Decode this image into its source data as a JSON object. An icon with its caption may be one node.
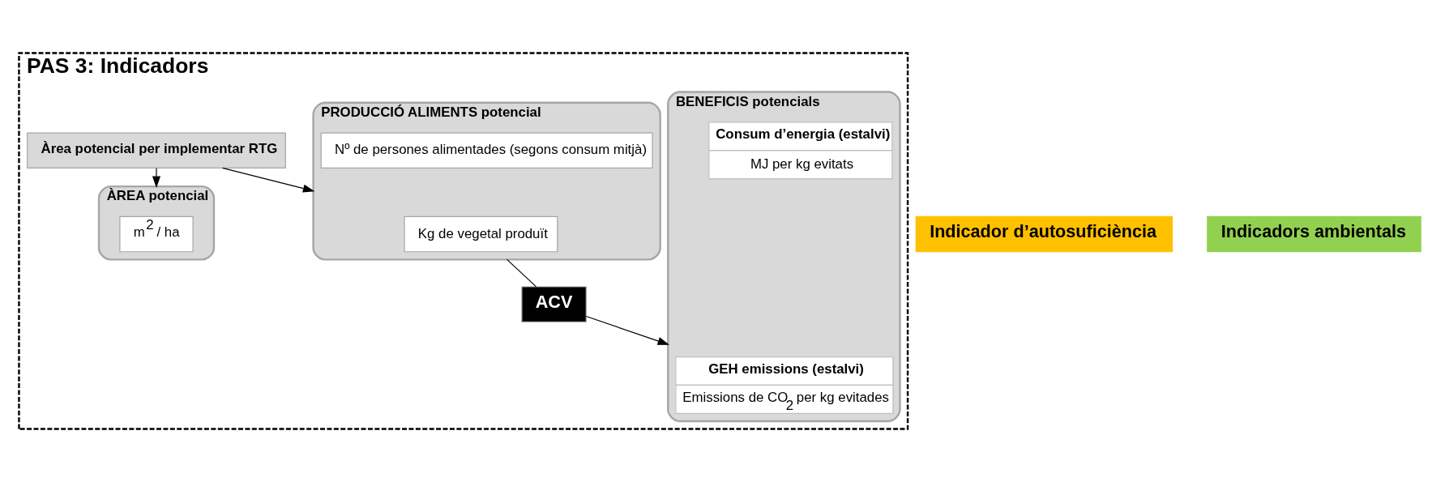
{
  "diagram": {
    "nodes": [
      {
        "text": [
          "PAS 3: Indicadors"
        ]
      },
      {
        "text": [
          "Àrea potencial per implementar RTG"
        ],
        "in": 0
      },
      {
        "text": [
          "ÀREA potencial"
        ],
        "in": 0
      },
      {
        "text": [
          "m$^{2}$ / ha"
        ],
        "in": 2
      },
      {
        "text": [
          "PRODUCCIÓ ALIMENTS potencial"
        ],
        "in": 0
      },
      {
        "text": [
          "Kg de vegetal produït"
        ],
        "in": 4
      },
      {
        "text": [
          "Nº de persones alimentades (segons consum mitjà)"
        ],
        "in": 4
      },
      {
        "text": [
          "ACV"
        ],
        "in": 0
      },
      {
        "text": [
          "BENEFICIS potencials"
        ],
        "in": 0
      },
      {
        "text": [
          "GEH emissions (estalvi)",
          "Emissions de CO$_{2}$ per kg evitades"
        ],
        "in": 8
      },
      {
        "text": [
          "Consum d’energia (estalvi)",
          "MJ per kg evitats"
        ],
        "in": 8
      },
      {
        "text": [
          "Indicador d’autosuficiència"
        ]
      },
      {
        "text": [
          "Indicadors ambientals"
        ]
      }
    ],
    "edges": [
      {
        "from": 1,
        "to": 2,
        "arrow": "to"
      },
      {
        "from": 1,
        "to": 4,
        "arrow": "to"
      },
      {
        "from": 4,
        "to": 7,
        "arrow": "none"
      },
      {
        "from": 7,
        "to": 8,
        "arrow": "to"
      }
    ]
  }
}
